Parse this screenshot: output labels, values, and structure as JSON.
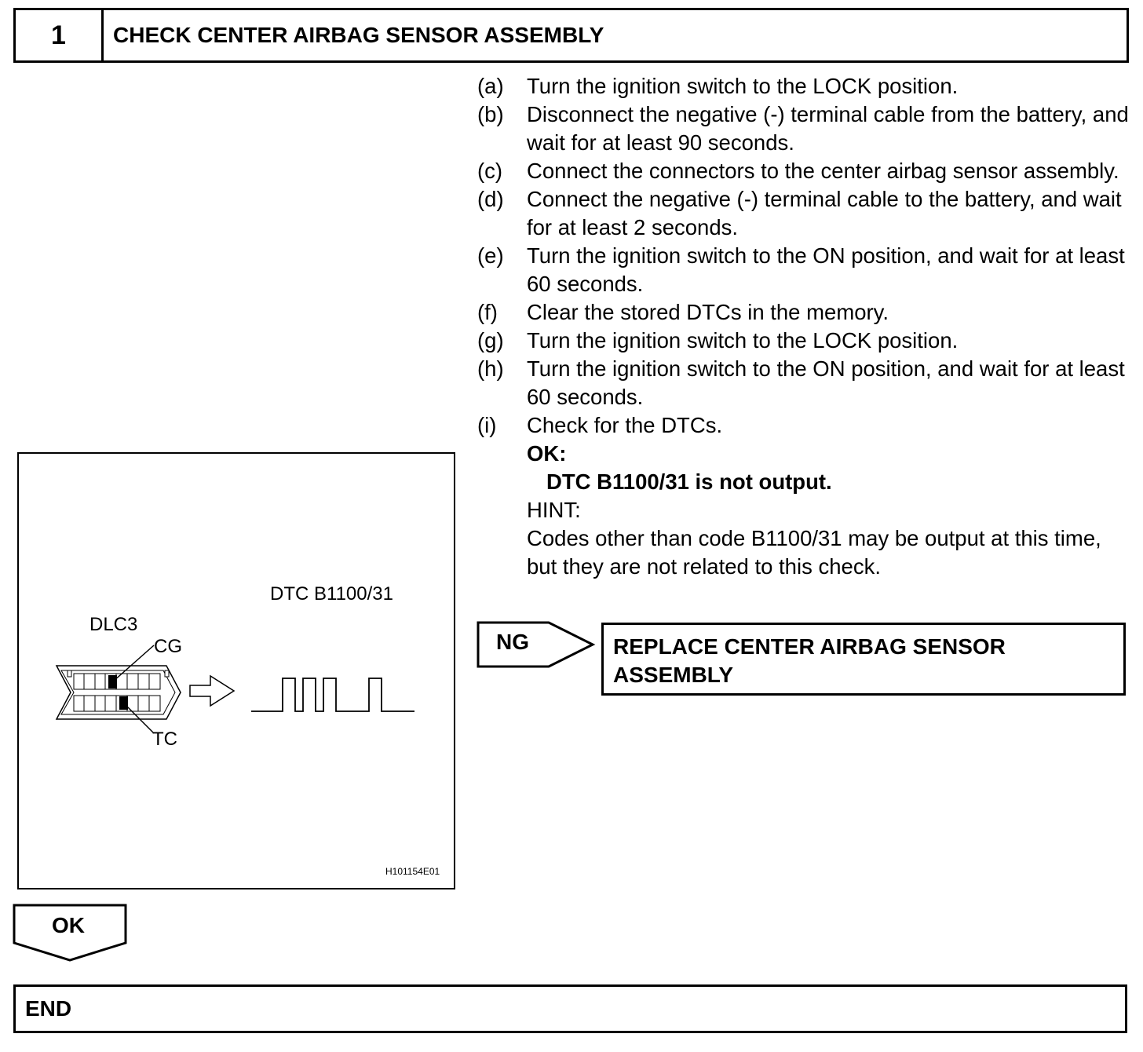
{
  "header": {
    "step_number": "1",
    "title": "CHECK CENTER AIRBAG SENSOR ASSEMBLY"
  },
  "procedure": [
    {
      "label": "(a)",
      "text": "Turn the ignition switch to the LOCK position."
    },
    {
      "label": "(b)",
      "text": "Disconnect the negative (-) terminal cable from the battery, and wait for at least 90 seconds."
    },
    {
      "label": "(c)",
      "text": "Connect the connectors to the center airbag sensor assembly."
    },
    {
      "label": "(d)",
      "text": "Connect the negative (-) terminal cable to the battery, and wait for at least 2 seconds."
    },
    {
      "label": "(e)",
      "text": "Turn the ignition switch to the ON position, and wait for at least 60 seconds."
    },
    {
      "label": "(f)",
      "text": "Clear the stored DTCs in the memory."
    },
    {
      "label": "(g)",
      "text": "Turn the ignition switch to the LOCK position."
    },
    {
      "label": "(h)",
      "text": "Turn the ignition switch to the ON position, and wait for at least 60 seconds."
    },
    {
      "label": "(i)",
      "text": "Check for the DTCs."
    }
  ],
  "result": {
    "ok_label": "OK:",
    "ok_value": "DTC B1100/31 is not output.",
    "hint_label": "HINT:",
    "hint_text": "Codes other than code B1100/31 may be output at this time, but they are not related to this check."
  },
  "figure": {
    "connector_label": "DLC3",
    "pin_cg": "CG",
    "pin_tc": "TC",
    "dtc_label": "DTC B1100/31",
    "figure_code": "H101154E01"
  },
  "ng": {
    "label": "NG",
    "action": "REPLACE CENTER AIRBAG SENSOR ASSEMBLY"
  },
  "ok_branch": {
    "label": "OK"
  },
  "end": {
    "label": "END"
  }
}
